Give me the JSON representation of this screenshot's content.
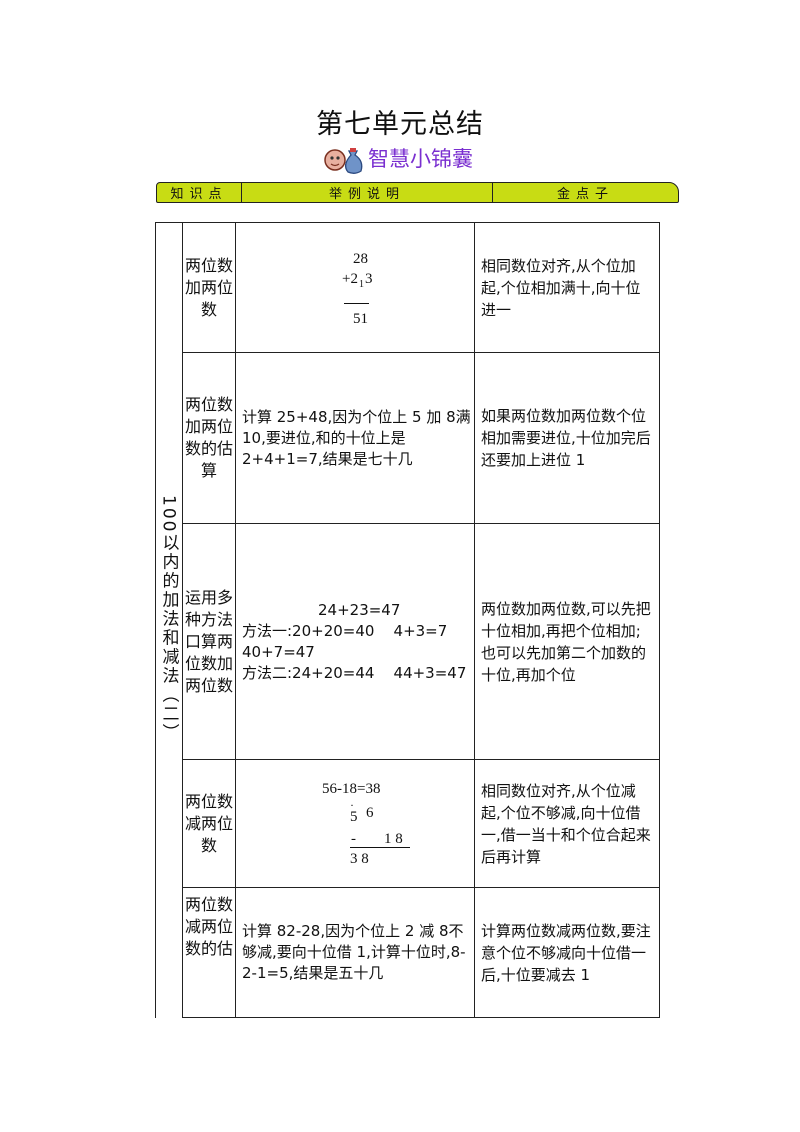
{
  "title": "第七单元总结",
  "tips_label": "智慧小锦囊",
  "header": [
    "知识点",
    "举例说明",
    "金点子"
  ],
  "category": "100以内的加法和减法（二）",
  "rows": [
    {
      "topic": "两位数加两位数",
      "calc": {
        "top": "28",
        "add": "+2",
        "carry": "1",
        "add_rest": "3",
        "result": "51"
      },
      "tip": "相同数位对齐,从个位加起,个位相加满十,向十位进一"
    },
    {
      "topic": "两位数加两位数的估算",
      "example": "计算 25+48,因为个位上 5 加 8满 10,要进位,和的十位上是2+4+1=7,结果是七十几",
      "tip": "如果两位数加两位数个位相加需要进位,十位加完后还要加上进位 1"
    },
    {
      "topic": "运用多种方法口算两位数加两位数",
      "example_title": "24+23=47",
      "example_lines": [
        "方法一:20+20=40    4+3=7",
        "40+7=47",
        "方法二:24+20=44    44+3=47"
      ],
      "tip": "两位数加两位数,可以先把十位相加,再把个位相加;也可以先加第二个加数的十位,再加个位"
    },
    {
      "topic": "两位数减两位数",
      "calc": {
        "eq": "56-18=38",
        "top_a": "5",
        "top_b": "6",
        "minus": "-",
        "sub": "1 8",
        "result": "3 8"
      },
      "tip": "相同数位对齐,从个位减起,个位不够减,向十位借一,借一当十和个位合起来后再计算"
    },
    {
      "topic": "两位数减两位数的估",
      "example": "计算 82-28,因为个位上 2 减 8不够减,要向十位借 1,计算十位时,8-2-1=5,结果是五十几",
      "tip": "计算两位数减两位数,要注意个位不够减向十位借一后,十位要减去 1"
    }
  ]
}
